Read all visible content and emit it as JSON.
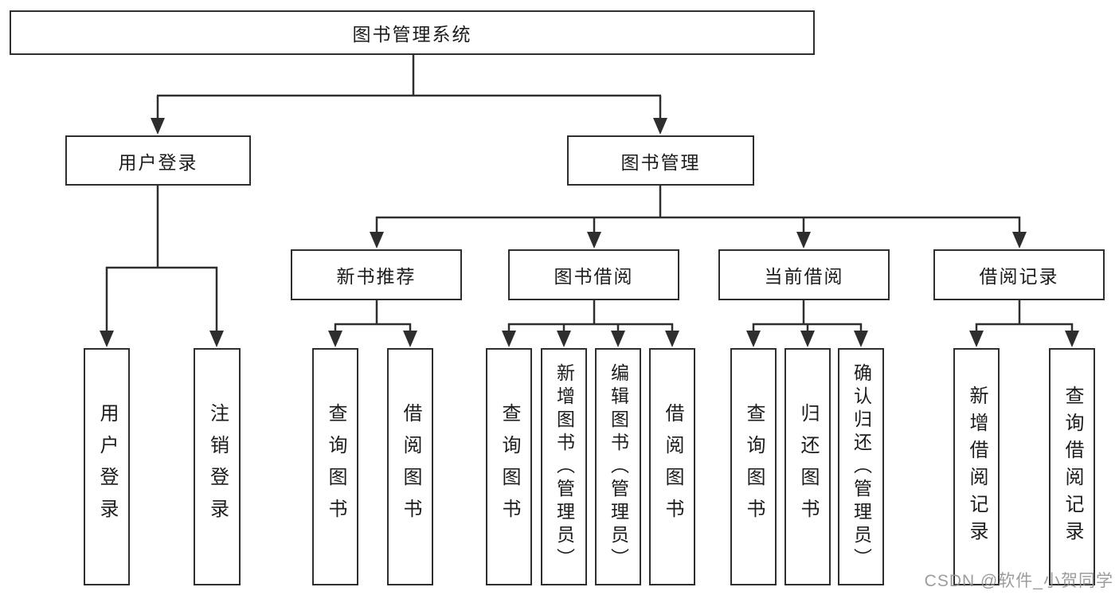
{
  "colors": {
    "line": "#2e2e2e",
    "box_border": "#2e2e2e",
    "text": "#1c1c1c",
    "background": "#ffffff",
    "watermark": "#919191"
  },
  "tree": {
    "root": {
      "label": "图书管理系统"
    },
    "login": {
      "label": "用户登录",
      "leaves": [
        {
          "label": "用户登录"
        },
        {
          "label": "注销登录"
        }
      ]
    },
    "mgmt": {
      "label": "图书管理",
      "groups": [
        {
          "label": "新书推荐",
          "leaves": [
            {
              "label": "查询图书"
            },
            {
              "label": "借阅图书"
            }
          ]
        },
        {
          "label": "图书借阅",
          "leaves": [
            {
              "label": "查询图书"
            },
            {
              "label": "新增图书（管理员）"
            },
            {
              "label": "编辑图书（管理员）"
            },
            {
              "label": "借阅图书"
            }
          ]
        },
        {
          "label": "当前借阅",
          "leaves": [
            {
              "label": "查询图书"
            },
            {
              "label": "归还图书"
            },
            {
              "label": "确认归还（管理员）"
            }
          ]
        },
        {
          "label": "借阅记录",
          "leaves": [
            {
              "label": "新增借阅记录"
            },
            {
              "label": "查询借阅记录"
            }
          ]
        }
      ]
    }
  },
  "watermark": {
    "text": "CSDN @软件_小贺同学"
  }
}
